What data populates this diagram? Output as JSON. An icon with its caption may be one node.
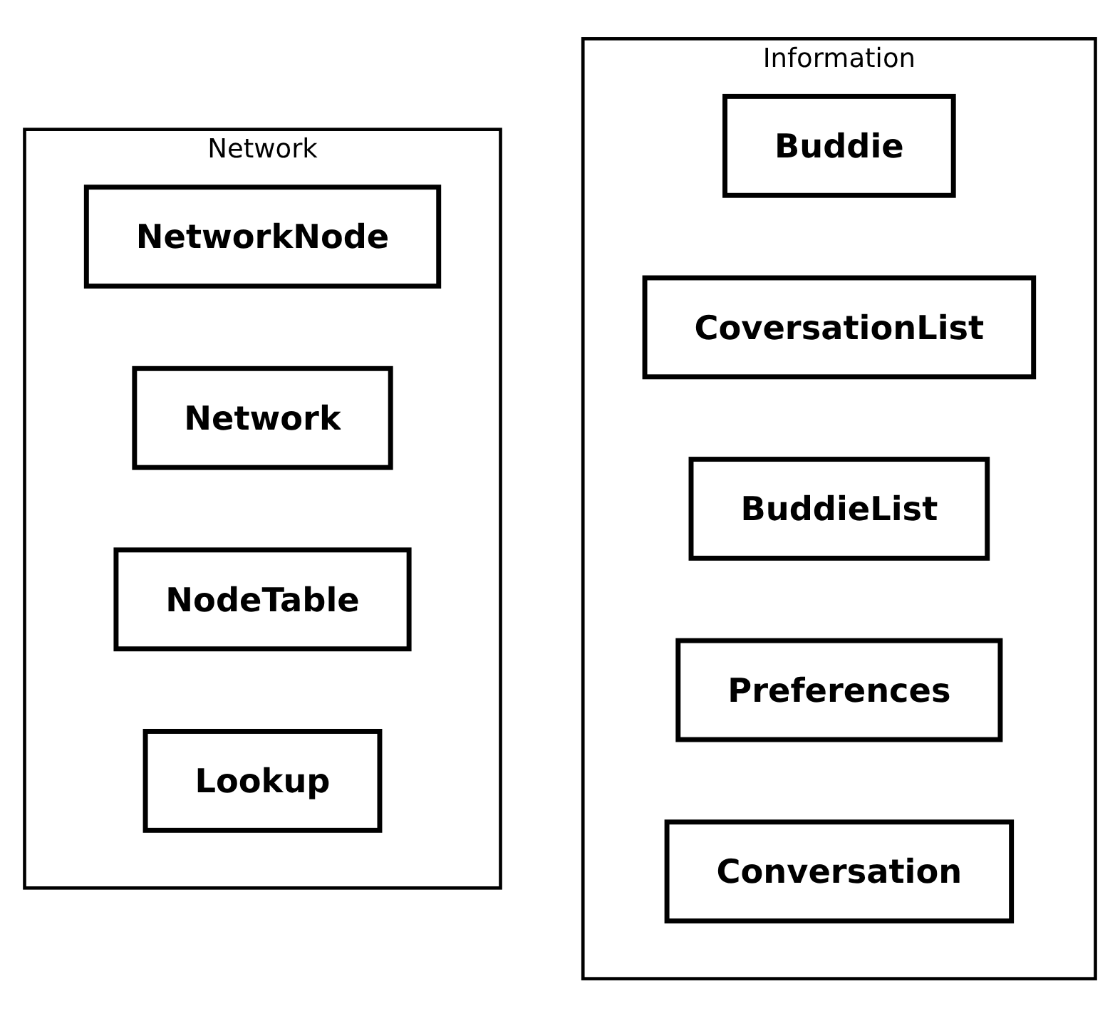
{
  "diagram": {
    "nodes": [
      {
        "text": [
          "Information"
        ]
      },
      {
        "text": [
          "Buddie"
        ],
        "in": 0
      },
      {
        "text": [
          "CoversationList"
        ],
        "in": 0
      },
      {
        "text": [
          "BuddieList"
        ],
        "in": 0
      },
      {
        "text": [
          "Preferences"
        ],
        "in": 0
      },
      {
        "text": [
          "Conversation"
        ],
        "in": 0
      },
      {
        "text": [
          "Network"
        ]
      },
      {
        "text": [
          "NetworkNode"
        ],
        "in": 6
      },
      {
        "text": [
          "Network"
        ],
        "in": 6
      },
      {
        "text": [
          "NodeTable"
        ],
        "in": 6
      },
      {
        "text": [
          "Lookup"
        ],
        "in": 6
      }
    ]
  }
}
